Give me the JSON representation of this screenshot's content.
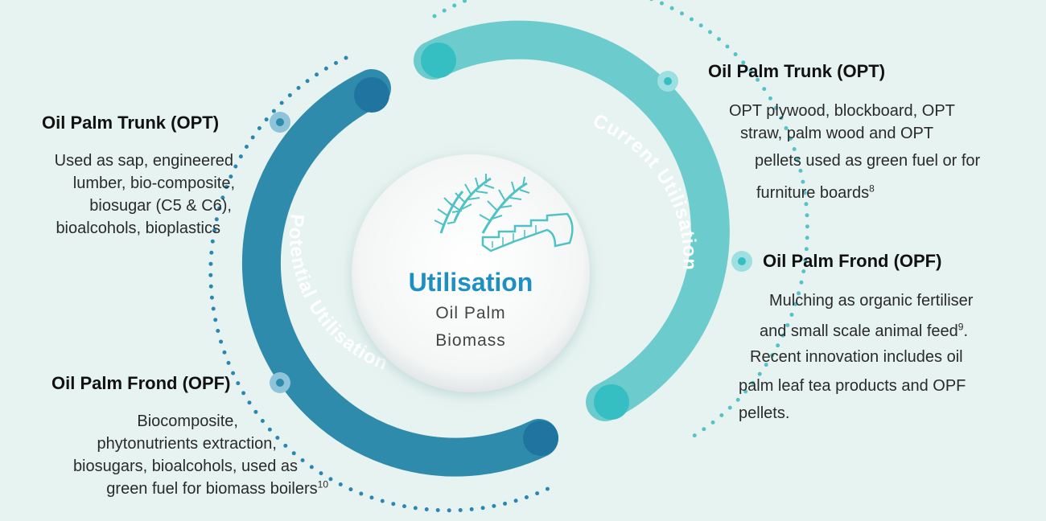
{
  "center": {
    "title": "Utilisation",
    "subtitle_line1": "Oil Palm",
    "subtitle_line2": "Biomass",
    "icon": "oil-palm-frond-icon"
  },
  "arcs": {
    "current": {
      "label": "Current Utilisation",
      "color": "#6ccbcc"
    },
    "potential": {
      "label": "Potential Utilisation",
      "color": "#2f8bac"
    }
  },
  "left_blocks": [
    {
      "heading": "Oil Palm Trunk (OPT)",
      "lines": [
        "Used as sap, engineered",
        "lumber, bio-composite,",
        "biosugar (C5 & C6),",
        "bioalcohols, bioplastics"
      ]
    },
    {
      "heading": "Oil Palm Frond (OPF)",
      "lines": [
        "Biocomposite,",
        "phytonutrients extraction,",
        "biosugars, bioalcohols, used as",
        "green fuel for biomass boilers"
      ],
      "footnote": "10"
    }
  ],
  "right_blocks": [
    {
      "heading": "Oil Palm Trunk (OPT)",
      "lines": [
        "OPT plywood, blockboard, OPT",
        "straw, palm wood and OPT",
        "pellets used as green fuel or for",
        "furniture boards"
      ],
      "footnote": "8"
    },
    {
      "heading": "Oil Palm Frond (OPF)",
      "lines": [
        "Mulching as organic fertiliser",
        "and small scale animal feed",
        "Recent innovation includes oil",
        "palm leaf tea products and OPF",
        "pellets."
      ],
      "footnote": "9",
      "footnote_suffix": "."
    }
  ],
  "colors": {
    "background": "#e7f3f0",
    "teal_light": "#6ccbcc",
    "teal_dark": "#2f8bac",
    "title_blue": "#1e8fc4"
  }
}
